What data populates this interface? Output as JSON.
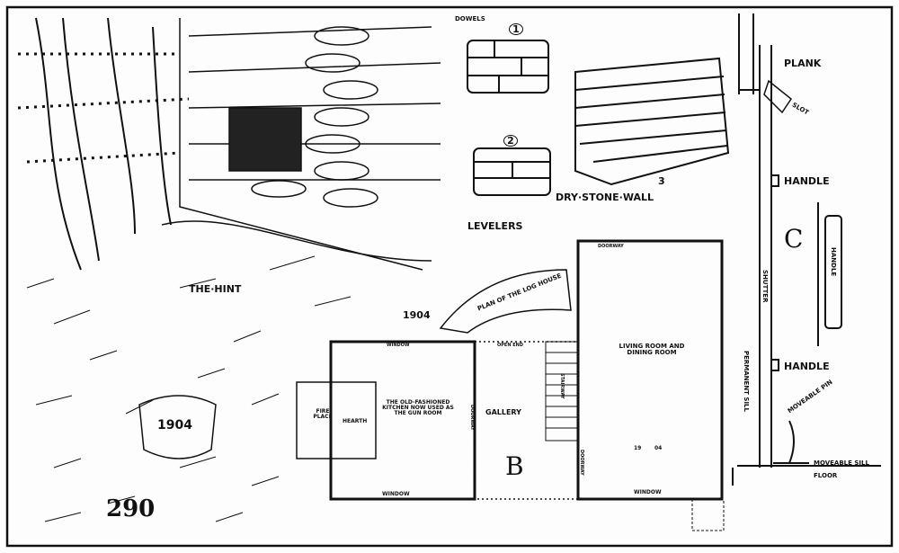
{
  "page_number": "290",
  "panels": {
    "hint": {
      "label": "THE·HINT",
      "year_badge": "1904"
    },
    "stones": {
      "dowels_label": "DOWELS",
      "step1": "1",
      "step2": "2",
      "step3": "3",
      "levelers_label": "LEVELERS",
      "wall_label": "DRY·STONE·WALL"
    },
    "plan": {
      "title": "PLAN OF THE LOG HOUSE",
      "year": "1904",
      "section_letter": "B",
      "kitchen_label": "THE OLD-FASHIONED KITCHEN NOW USED AS THE GUN ROOM",
      "fireplace_label": "FIRE PLACE",
      "hearth_label": "HEARTH",
      "gallery_label": "GALLERY",
      "stairway_label": "STAIRWAY",
      "living_label": "LIVING ROOM AND DINING ROOM",
      "window_label": "WINDOW",
      "doorway_label": "DOORWAY",
      "open_label": "OPEN END",
      "badge_left": "19",
      "badge_right": "04"
    },
    "shutter": {
      "letter": "C",
      "plank": "PLANK",
      "slot": "SLOT",
      "handle": "HANDLE",
      "shutter": "SHUTTER",
      "permanent_sill": "PERMANENT SILL",
      "moveable_pin": "MOVEABLE PIN",
      "moveable_sill": "MOVEABLE SILL",
      "floor": "FLOOR"
    }
  }
}
